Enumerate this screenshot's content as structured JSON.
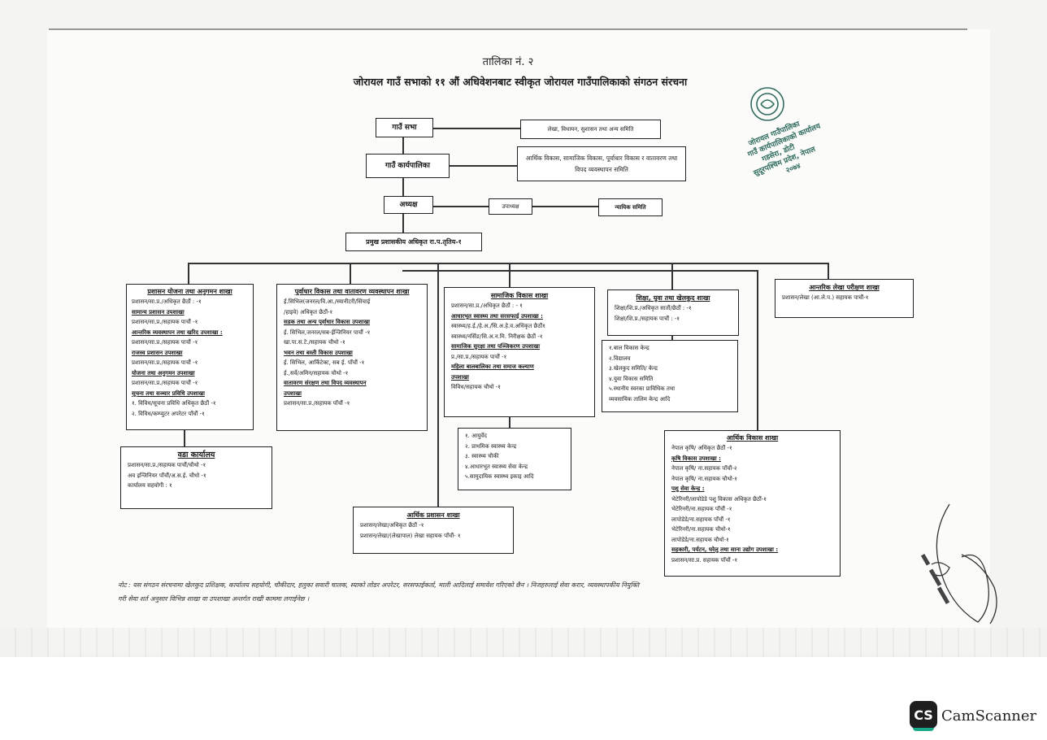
{
  "header": {
    "table_no": "तालिका नं. २",
    "title": "जोरायल गाउँ सभाको ११ औं अधिवेशनबाट स्वीकृत जोरायल गाउँपालिकाको संगठन संरचना"
  },
  "top": {
    "gaun_sabha": "गाउँ सभा",
    "sabha_committee": "लेखा, विधायन, सुशासन तथा अन्य समिति",
    "karyapalika": "गाउँ कार्यपालिका",
    "karyapalika_committee": "आर्थिक विकास, सामाजिक विकास, पूर्वाधार विकास र वातावरण तथा विपद व्यवस्थापन समिति",
    "chair": "अध्यक्ष",
    "vice_chair": "उपाध्यक्ष",
    "judicial": "न्यायिक समिति",
    "cao": "प्रमुख प्रशासकीय अधिकृत रा.प.तृतिय-१"
  },
  "admin_branch": {
    "title": "प्रशासन योजना तथा अनुगमन शाखा",
    "lines": [
      {
        "text": "प्रशासन/सा.प्र./अधिकृत छैठौं : -१",
        "head": false
      },
      {
        "text": "सामान्य प्रशासन उपशाखा",
        "head": true
      },
      {
        "text": "प्रशासन/सा.प्र./सहायक पाचौं -१",
        "head": false
      },
      {
        "text": "आन्तरिक व्यवस्थापन तथा खरिद उपशाखा :",
        "head": true
      },
      {
        "text": "प्रशासन/सा.प्र./सहायक पाचौं -१",
        "head": false
      },
      {
        "text": "राजस्व प्रशासन उपशाखा",
        "head": true
      },
      {
        "text": "प्रशासन/सा.प्र./सहायक पाचौं -१",
        "head": false
      },
      {
        "text": "योजना तथा अनुगमन उपशाखा",
        "head": true
      },
      {
        "text": "प्रशासन/सा.प्र./सहायक पाचौं -१",
        "head": false
      },
      {
        "text": "सूचना तथा सञ्चार प्रविधि उपशाखा",
        "head": true
      },
      {
        "text": "१. विविध/सूचना प्रविधि अधिकृत छैठौं -१",
        "head": false
      },
      {
        "text": "२. विविध/कम्प्युटर अपरेटर पाँचौं -१",
        "head": false
      }
    ]
  },
  "ward_office": {
    "title": "वडा कार्यालय",
    "lines": [
      "प्रशासन/सा.प्र./सहायक पाचौं/चौथो -१",
      "अव इन्जिनियर पाँचौं/अ.स.ई. चौथो -१",
      "कार्यालय सहयोगी : १"
    ]
  },
  "infra_branch": {
    "title": "पूर्वाधार विकास तथा वातावरण व्यवस्थापन शाखा",
    "lines": [
      {
        "text": "ई.सिभिल(जनरल/वि.आ./स्यानीटरी/सिंचाई",
        "head": false
      },
      {
        "text": "/हाइवे) अधिकृत छैठौं-१",
        "head": false
      },
      {
        "text": "सडक तथा अन्य पूर्वाधार विकास उपशाखा",
        "head": true
      },
      {
        "text": "ई. सिभिल,जनरल/सब-ईन्जिनियर पाचौं -१",
        "head": false
      },
      {
        "text": "खा.पा.स.टे./सहायक चौथो -१",
        "head": false
      },
      {
        "text": "भवन तथा बस्ती विकास उपशाखा",
        "head": true
      },
      {
        "text": "ई. सिभिल, आर्किटेक्ट, सब ई. पाँचौं -१",
        "head": false
      },
      {
        "text": "ई.,सर्वे/अमिन/सहायक चौथो -१",
        "head": false
      },
      {
        "text": "वातावरण संरक्षण तथा विपद व्यवस्थापन",
        "head": true
      },
      {
        "text": "उपशाखा",
        "head": true
      },
      {
        "text": "प्रशासन/सा.प्र./सहायक पाँचौं -१",
        "head": false
      }
    ]
  },
  "social_branch": {
    "title": "सामाजिक विकास शाखा",
    "lines": [
      {
        "text": "प्रशासन/सा.प्र./अधिकृत छैठौं : - १",
        "head": false
      },
      {
        "text": "आधारभूत स्वास्थ्य तथा सरसफाई उपशाखा :",
        "head": true
      },
      {
        "text": "स्वास्थ्य/ह.ई./हे.अ./सि.अ.हे.व.अधिकृत छैठौं१",
        "head": false
      },
      {
        "text": "स्वास्थ्य/नर्सिङ/सि.अ.न.मि. निरीक्षक छैठौं -१",
        "head": false
      },
      {
        "text": "सामाजिक सुरक्षा तथा पञ्जिकरण उपशाखा",
        "head": true
      },
      {
        "text": "प्र./सा.प्र./सहायक पाचौं -१",
        "head": false
      },
      {
        "text": "महिला बालबालिका तथा समाज कल्याण",
        "head": true
      },
      {
        "text": "उपशाखा",
        "head": true
      },
      {
        "text": "विविध/सहायक चौथो -१",
        "head": false
      }
    ]
  },
  "health_units": {
    "lines": [
      "१. आयुर्वेद",
      "२. प्राथमिक स्वास्थ्य केन्द्र",
      "३. स्वास्थ्य चौकी",
      "४.आधारभूत स्वास्थ्य सेवा केन्द्र",
      "५.सामुदायिक स्वास्थ्य इकाइ आदि"
    ]
  },
  "edu_branch": {
    "title": "शिक्षा, युवा तथा खेलकुद शाखा",
    "lines": [
      "शिक्षा/शि.प्र./अधिकृत सातौं/छैठौं : -१",
      "शिक्षा/शि.प्र./सहायक पाचौं : -१"
    ]
  },
  "edu_units": {
    "lines": [
      "१.बाल विकास केन्द्र",
      "२.विद्यालय",
      "३.खेलकुद समिति/ केन्द्र",
      "४.युवा विकास समिति",
      "५.स्थानीय स्वरका प्राविधिक तथा",
      "व्यवसायिक तालिम केन्द्र आदि"
    ]
  },
  "audit_branch": {
    "title": "आन्तरिक लेखा परीक्षण शाखा",
    "lines": [
      "प्रशासन/लेखा (आ.ले.प.) सहायक पाचौं-१"
    ]
  },
  "econ_branch": {
    "title": "आर्थिक विकास शाखा",
    "lines": [
      {
        "text": "नेपाल कृषि/ अधिकृत छैठौं -१",
        "head": false
      },
      {
        "text": "कृषि विकास उपशाखा :",
        "head": true
      },
      {
        "text": "नेपाल कृषि/ ना.सहायक पाँचौं-२",
        "head": false
      },
      {
        "text": "नेपाल कृषि/ ना.सहायक चौथो-१",
        "head": false
      },
      {
        "text": "पशु सेवा केन्द्र :",
        "head": true
      },
      {
        "text": "भेटेरिनरी/लापोडेडे पशु विकास अधिकृत छैठौं-१",
        "head": false
      },
      {
        "text": "भेटेरिनरी/ना.सहायक पाँचौं -१",
        "head": false
      },
      {
        "text": "लापोडेडे/ना.सहायक पाँचौं -१",
        "head": false
      },
      {
        "text": "भेटेरिनरी/ना.सहायक चौथो-१",
        "head": false
      },
      {
        "text": "लापोडेडे/ना.सहायक चौथो-१",
        "head": false
      },
      {
        "text": "सहकारी, पर्यटन, घरेलु तथा साना उद्योग उपशाखा :",
        "head": true
      },
      {
        "text": "प्रशासन/सा.प्र. सहायक पाँचौं -१",
        "head": false
      }
    ]
  },
  "finance_branch": {
    "title": "आर्थिक प्रशासन शाखा",
    "lines": [
      "प्रशासन/लेखा/अधिकृत छैठौं -१",
      "प्रशासन/लेखा/(लेखापाल) लेखा सहायक पाँचौं- १"
    ]
  },
  "note": {
    "line1": "नोट : यस संगठन संरचनामा खेलकुद प्रशिक्षक, कार्यालय सहयोगी, चौकीदार, हलुका सवारी चालक, स्याको लोडर अपरेटर, सरसफाईकर्ता, माली आदिलाई समावेश गरिएको छैन । निजहरुलाई सेवा करार, व्यवस्थापकीय नियुक्ति",
    "line2": "गरी सेवा शर्त अनुसार विभिन्न शाखा वा उपशाखा अन्तर्गत राखी काममा लगाईनेछ ।"
  },
  "stamp": {
    "lines": [
      "जोरायल गाउँपालिका",
      "गाउँ कार्यपालिकाको कार्यालय",
      "गडसेरा, डोटी",
      "सुदूरपश्चिम प्रदेश, नेपाल",
      "२०७४"
    ]
  },
  "footer": {
    "logo_text": "CS",
    "app_name": "CamScanner"
  }
}
